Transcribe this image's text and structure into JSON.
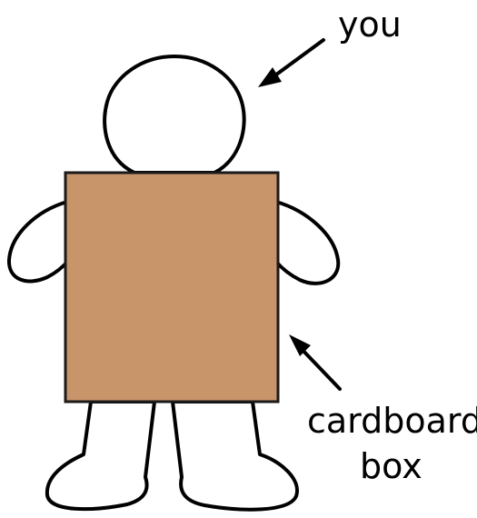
{
  "labels": {
    "you": "you",
    "cardboard": "cardboard",
    "box": "box"
  },
  "colors": {
    "outline": "#000000",
    "body_fill": "#ffffff",
    "box_fill": "#c8946a",
    "box_edge": "#1a1a1a"
  }
}
